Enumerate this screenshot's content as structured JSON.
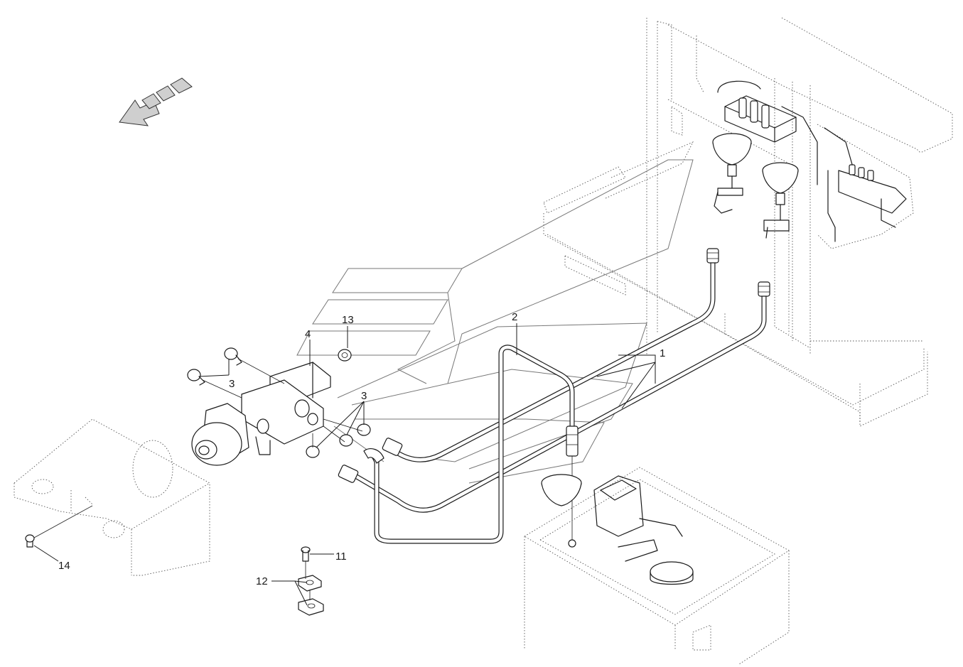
{
  "callouts": [
    {
      "id": "c1",
      "text": "1"
    },
    {
      "id": "c2",
      "text": "2"
    },
    {
      "id": "c3a",
      "text": "3"
    },
    {
      "id": "c3b",
      "text": "3"
    },
    {
      "id": "c4",
      "text": "4"
    },
    {
      "id": "c11",
      "text": "11"
    },
    {
      "id": "c12",
      "text": "12"
    },
    {
      "id": "c13",
      "text": "13"
    },
    {
      "id": "c14",
      "text": "14"
    }
  ],
  "colors": {
    "line": "#1a1a1a",
    "background": "#ffffff",
    "arrow_fill": "#cfcfcf"
  }
}
